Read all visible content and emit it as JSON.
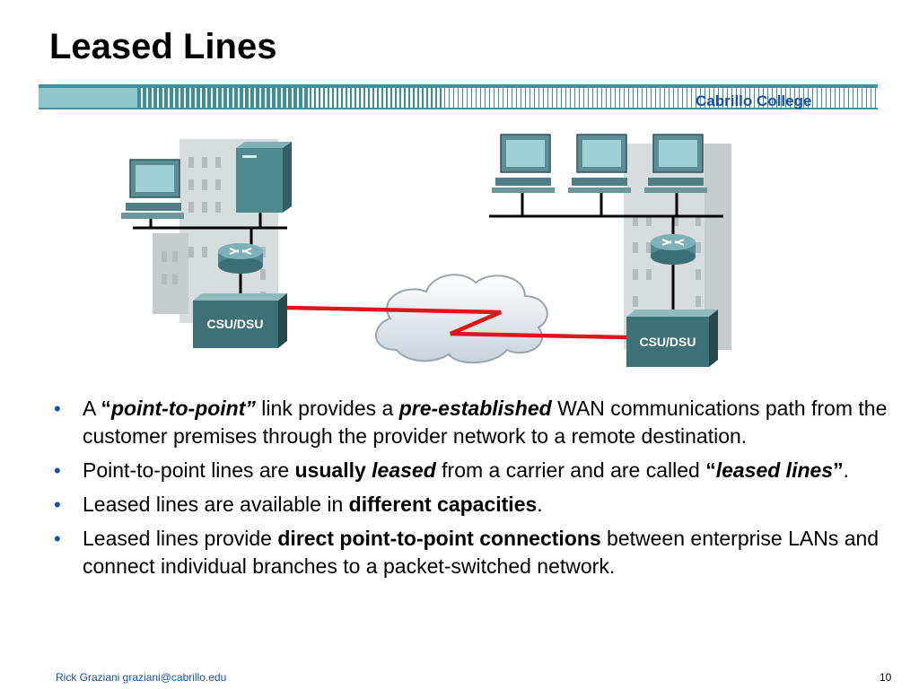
{
  "title": "Leased Lines",
  "brand": "Cabrillo College",
  "diagram": {
    "csu_left": "CSU/DSU",
    "csu_right": "CSU/DSU"
  },
  "bullets": {
    "b1": {
      "p1": "A ",
      "q1": "“",
      "em1": "point-to-point”",
      "p2": " link provides a ",
      "em2": "pre-established",
      "p3": " WAN communications path from the customer premises through the provider network to a remote destination."
    },
    "b2": {
      "p1": "Point-to-point lines are ",
      "b1": "usually",
      "p2": " ",
      "em1": "leased",
      "p3": " from a carrier and are called ",
      "q1": "“",
      "em2": "leased lines",
      "q2": "”",
      "p4": "."
    },
    "b3": {
      "p1": "Leased lines are available in ",
      "b1": "different capacities",
      "p2": "."
    },
    "b4": {
      "p1": "Leased lines provide ",
      "b1": "direct point-to-point connections",
      "p2": " between enterprise LANs and connect individual branches to a packet-switched network."
    }
  },
  "footer": {
    "author": "Rick Graziani  graziani@cabrillo.edu",
    "page": "10"
  },
  "colors": {
    "accent": "#1a4fa3",
    "link": "#e0141c",
    "banner": "#3d8f99"
  }
}
